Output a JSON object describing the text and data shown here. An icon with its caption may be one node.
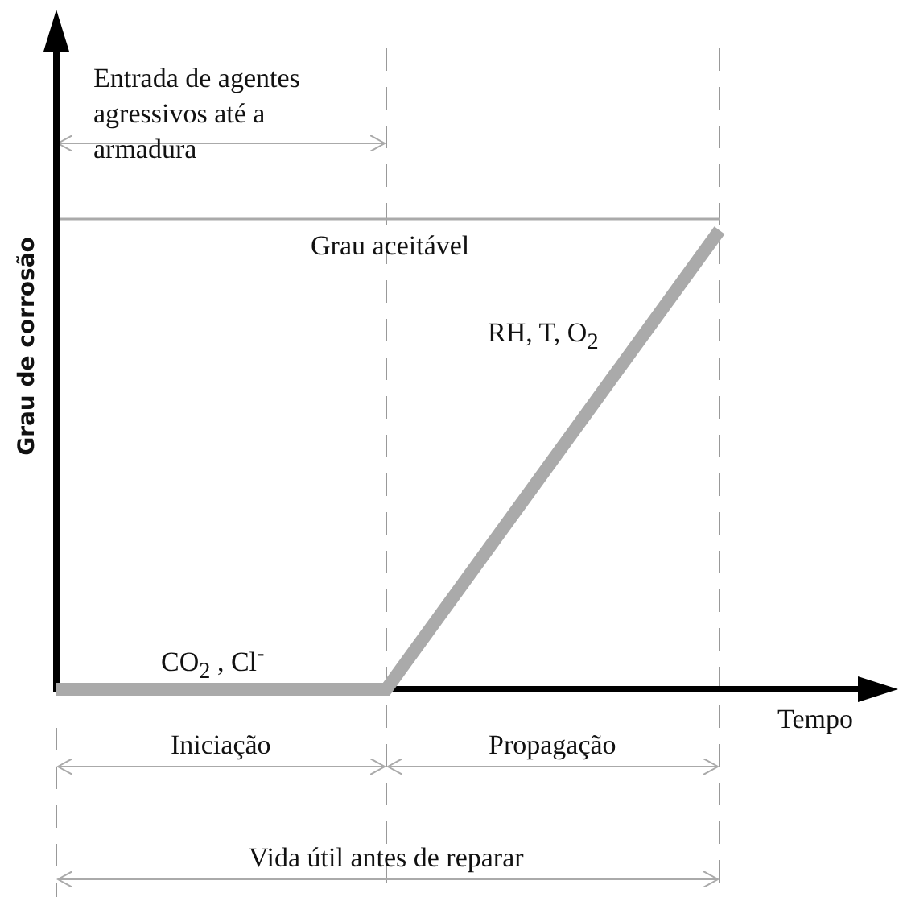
{
  "diagram": {
    "labels": [
      "Entrada de agentes agressivos até a armadura",
      "Grau aceitável",
      "RH, T, O$_{2}$",
      "Grau de corrosão",
      "CO$_{2}$ , Cl$^{-}$",
      "Tempo",
      "Iniciação",
      "Propagação",
      "Vida útil antes de reparar"
    ]
  }
}
